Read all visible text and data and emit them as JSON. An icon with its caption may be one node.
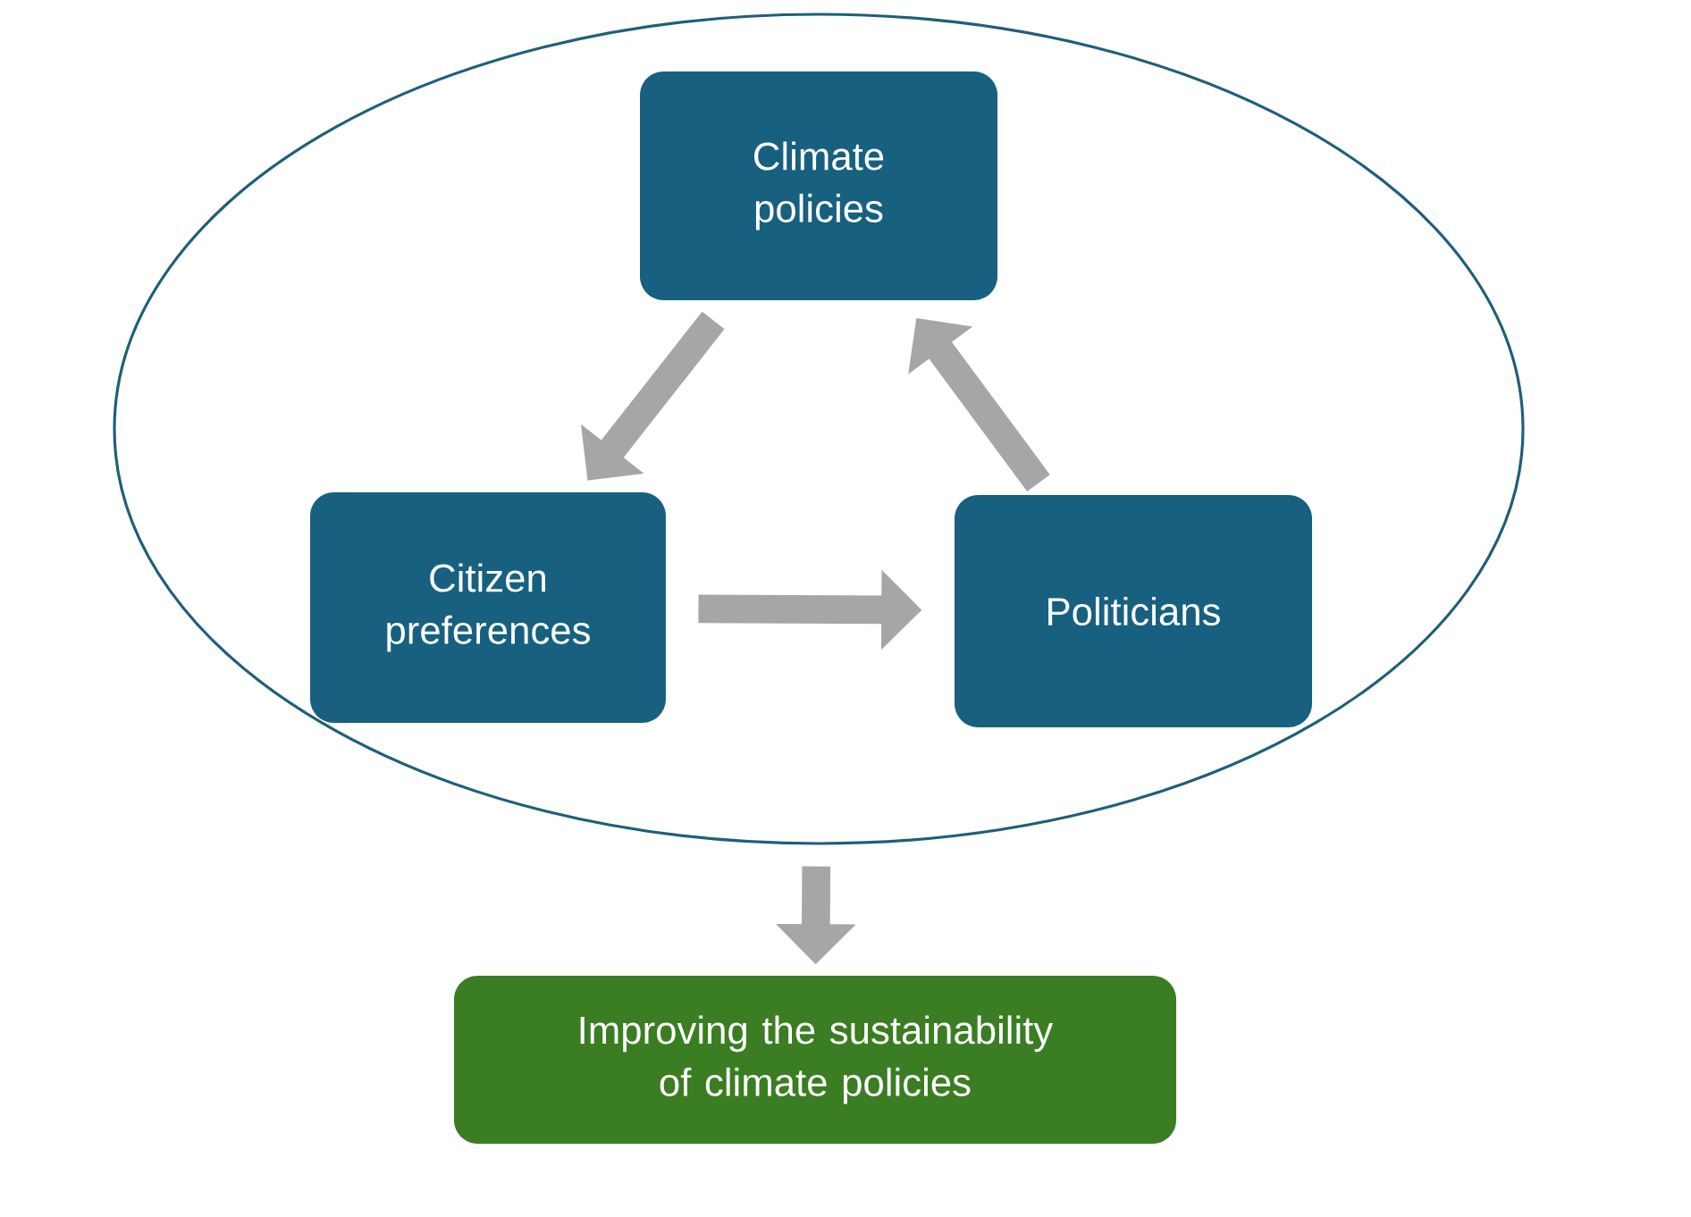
{
  "diagram": {
    "nodes": [
      {
        "text": [],
        "shape": "ellipse"
      },
      {
        "text": [
          "Climate policies"
        ],
        "in": 0
      },
      {
        "text": [
          "Citizen preferences"
        ],
        "in": 0
      },
      {
        "text": [
          "Politicians"
        ],
        "in": 0
      },
      {
        "text": [
          "Improving the sustainability of climate policies"
        ]
      }
    ],
    "edges": [
      {
        "from": 1,
        "to": 2,
        "arrow": "to"
      },
      {
        "from": 2,
        "to": 3,
        "arrow": "to"
      },
      {
        "from": 3,
        "to": 1,
        "arrow": "to"
      },
      {
        "from": 0,
        "to": 4,
        "arrow": "to"
      }
    ]
  }
}
